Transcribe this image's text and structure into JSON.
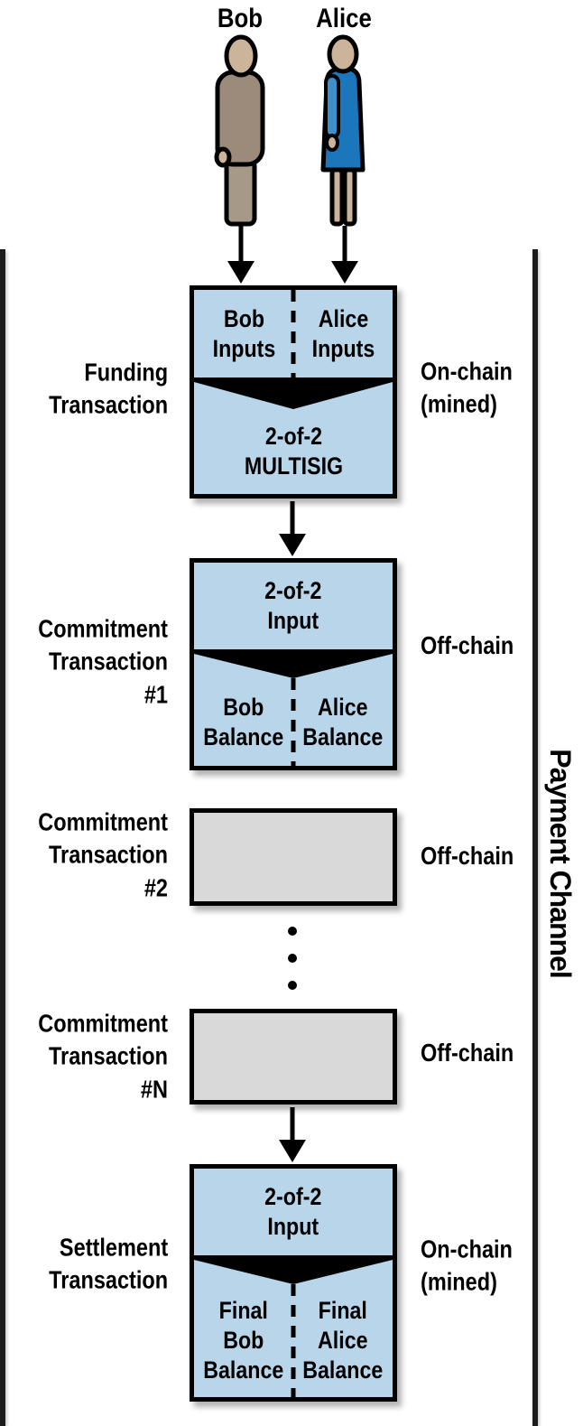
{
  "diagram": {
    "channel_label": "Payment Channel",
    "actors": {
      "bob": "Bob",
      "alice": "Alice"
    },
    "funding": {
      "left_label": "Funding\nTransaction",
      "right_label": "On-chain\n(mined)",
      "bob_inputs": "Bob\nInputs",
      "alice_inputs": "Alice\nInputs",
      "output": "2-of-2\nMULTISIG"
    },
    "commitment1": {
      "left_label": "Commitment\nTransaction #1",
      "right_label": "Off-chain",
      "input": "2-of-2\nInput",
      "bob_balance": "Bob\nBalance",
      "alice_balance": "Alice\nBalance"
    },
    "commitment2": {
      "left_label": "Commitment\nTransaction #2",
      "right_label": "Off-chain"
    },
    "commitmentN": {
      "left_label": "Commitment\nTransaction #N",
      "right_label": "Off-chain"
    },
    "settlement": {
      "left_label": "Settlement\nTransaction",
      "right_label": "On-chain\n(mined)",
      "input": "2-of-2\nInput",
      "final_bob_balance": "Final\nBob\nBalance",
      "final_alice_balance": "Final\nAlice\nBalance"
    },
    "colors": {
      "box_blue": "#b8d5ea",
      "box_gray": "#d9d9d9",
      "outline_black": "#000000",
      "bar_black": "#1c1c1c",
      "skin": "#cbb49a",
      "bob_coat": "#9c8b7b",
      "bob_legs": "#a79988",
      "alice_dress": "#1b76bc",
      "alice_arm": "#3f90ca"
    }
  }
}
